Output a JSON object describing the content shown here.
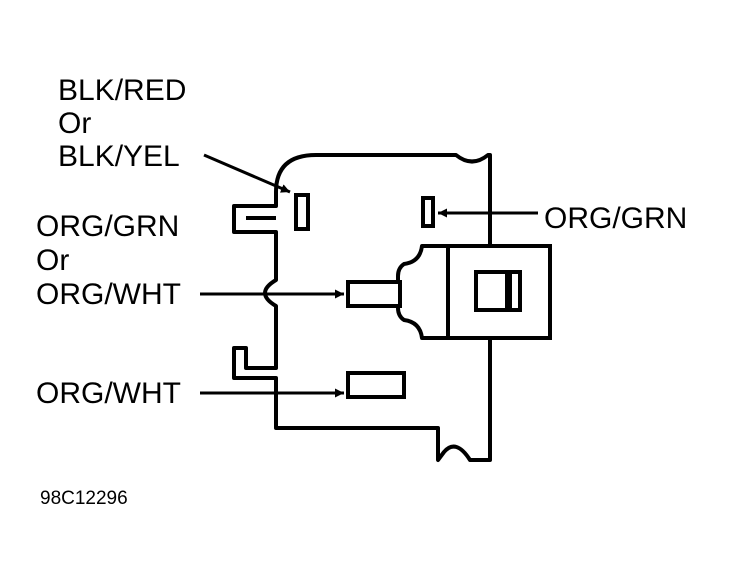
{
  "labels": {
    "top_left_line1": "BLK/RED",
    "top_left_line2": "Or",
    "top_left_line3": "BLK/YEL",
    "mid_left_line1": "ORG/GRN",
    "mid_left_line2": "Or",
    "mid_left_line3": "ORG/WHT",
    "bottom_left": "ORG/WHT",
    "right": "ORG/GRN"
  },
  "figure_code": "98C12296",
  "colors": {
    "ink": "#000000",
    "background": "#ffffff"
  }
}
